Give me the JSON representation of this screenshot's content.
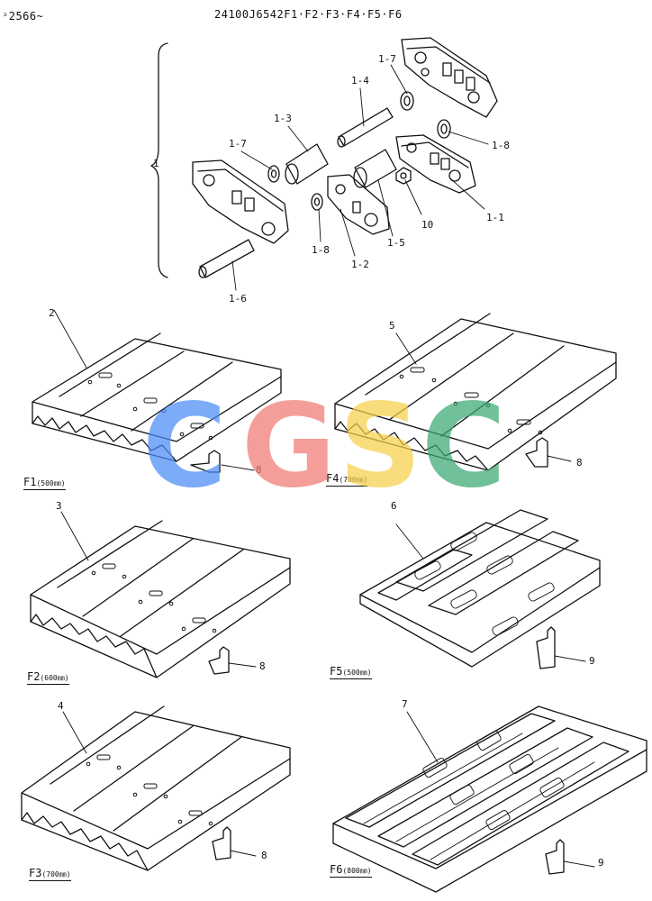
{
  "header": {
    "serial": "ᵓ2566~",
    "part_no": "24100J6542F1·F2·F3·F4·F5·F6"
  },
  "chain_assembly": {
    "group_label": "1",
    "callouts": [
      "1-7",
      "1-4",
      "1-3",
      "1-7",
      "1-8",
      "1-1",
      "10",
      "1-5",
      "1-8",
      "1-2",
      "1-6"
    ]
  },
  "shoes": [
    {
      "ref": "2",
      "name": "F1",
      "width": "(500㎜)",
      "bolt": "8"
    },
    {
      "ref": "5",
      "name": "F4",
      "width": "(700㎜)",
      "bolt": "8"
    },
    {
      "ref": "3",
      "name": "F2",
      "width": "(600㎜)",
      "bolt": "8"
    },
    {
      "ref": "6",
      "name": "F5",
      "width": "(500㎜)",
      "bolt": "9"
    },
    {
      "ref": "4",
      "name": "F3",
      "width": "(700㎜)",
      "bolt": "8"
    },
    {
      "ref": "7",
      "name": "F6",
      "width": "(800㎜)",
      "bolt": "9"
    }
  ],
  "watermark": {
    "letters": [
      "C",
      "G",
      "S",
      "C"
    ],
    "colors": [
      "#4a8cf5",
      "#f07a72",
      "#f7cf4a",
      "#3aa874"
    ]
  }
}
